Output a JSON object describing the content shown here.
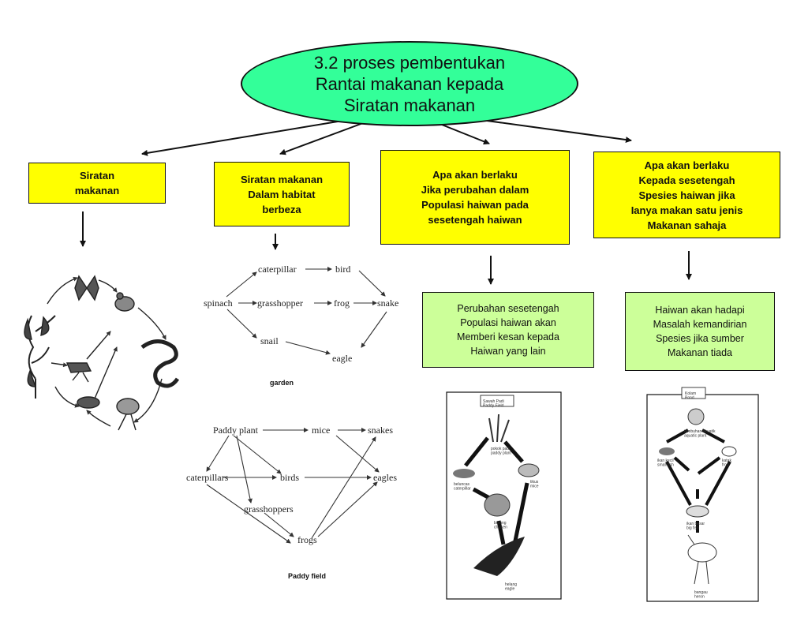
{
  "title": "3.2 proses pembentukan\nRantai makanan  kepada\nSiratan makanan",
  "boxes": [
    {
      "id": "siratan-makanan",
      "text": "Siratan\nmakanan"
    },
    {
      "id": "habitat",
      "text": "Siratan  makanan\nDalam  habitat\nberbeza"
    },
    {
      "id": "perubahan",
      "text": "Apa akan  berlaku\nJika perubahan  dalam\nPopulasi haiwan pada\nsesetengah haiwan"
    },
    {
      "id": "satu-jenis",
      "text": "Apa akan  berlaku\nKepada sesetengah\nSpesies haiwan jika\nIanya makan  satu jenis\nMakanan  sahaja"
    }
  ],
  "green_boxes": [
    {
      "id": "kesan",
      "text": "Perubahan  sesetengah\nPopulasi haiwan akan\nMemberi kesan kepada\nHaiwan yang lain"
    },
    {
      "id": "kemandirian",
      "text": "Haiwan akan hadapi\nMasalah kemandirian\nSpesies jika sumber\nMakanan tiada"
    }
  ],
  "garden_web": {
    "caption": "garden",
    "nodes": {
      "spinach": "spinach",
      "caterpillar": "caterpillar",
      "grasshopper": "grasshopper",
      "snail": "snail",
      "bird": "bird",
      "frog": "frog",
      "snake": "snake",
      "eagle": "eagle"
    }
  },
  "paddy_web": {
    "caption": "Paddy field",
    "nodes": {
      "paddy": "Paddy plant",
      "mice": "mice",
      "snakes": "snakes",
      "caterpillars": "caterpillars",
      "birds": "birds",
      "eagles": "eagles",
      "grasshoppers": "grasshoppers",
      "frogs": "frogs"
    }
  },
  "panel_a": {
    "title": "Sawah Padi\nPaddy Field",
    "labels": [
      "pokok padi\npaddy plant",
      "beluncas\ncaterpillar",
      "tikus\nmice",
      "burung\nchicken",
      "helang\neagle"
    ]
  },
  "panel_b": {
    "title": "Kolam\nPond",
    "labels": [
      "tumbuhan akuatik\naquatic plant",
      "ikan kecil\nsmall fish",
      "katak\nfrog",
      "ikan besar\nbig fish",
      "bangau\nheron"
    ]
  },
  "colors": {
    "ellipse": "#33ff99",
    "yellow_box": "#ffff00",
    "green_box": "#ccff99"
  }
}
